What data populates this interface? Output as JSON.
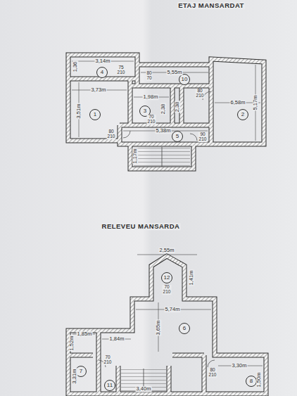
{
  "diagram": {
    "nodes": [
      {
        "text": [
          "4"
        ]
      },
      {
        "text": [
          "10"
        ]
      },
      {
        "text": [
          "3"
        ]
      },
      {
        "text": [
          "1"
        ]
      },
      {
        "text": [
          "2"
        ]
      },
      {
        "text": [
          "5"
        ]
      },
      {
        "text": [
          "12"
        ]
      },
      {
        "text": [
          "6"
        ]
      },
      {
        "text": [
          "7"
        ]
      },
      {
        "text": [
          "8"
        ]
      },
      {
        "text": [
          "11"
        ]
      }
    ],
    "labels": [
      "ETAJ MANSARDAT",
      "3,14m",
      "1,36",
      "5,55m",
      "80 70",
      "75 210",
      "3,73m",
      "1,98m",
      "6,58m",
      "3,51m",
      "2,38",
      "2,38",
      "80 210",
      "5,17m",
      "70 210",
      "5,38m",
      "80 210",
      "1,17m",
      "90 210",
      "RELEVEU MANSARDA",
      "2,55m",
      "1,41m",
      "70 210",
      "5,74m",
      "3,65m",
      "1,85m",
      "1,84m",
      "1,52m",
      "70 210",
      "3,31m",
      "3,30m",
      "80 210",
      "1,50m",
      "3,40m"
    ]
  }
}
